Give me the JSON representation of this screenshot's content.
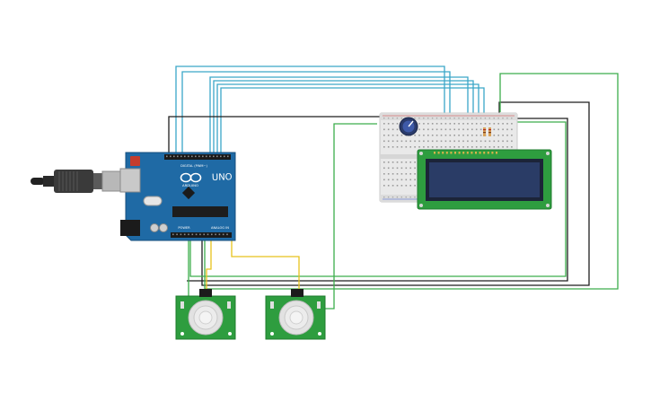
{
  "arduino": {
    "label_uno": "UNO",
    "label_brand": "ARDUINO",
    "label_digital": "DIGITAL (PWM~)",
    "label_power": "POWER",
    "label_analog": "ANALOG IN"
  },
  "colors": {
    "wire_teal": "#3aa6c8",
    "wire_green": "#3cae4c",
    "wire_black": "#1e1e1e",
    "wire_yellow": "#e8c21c",
    "board_blue": "#1f6aa5",
    "pcb_green": "#2e9d3f",
    "lcd_screen": "#1f2d4d"
  },
  "icons": {
    "usb_cable": "usb-cable-icon",
    "potentiometer": "potentiometer-icon",
    "resistor": "resistor-icon",
    "pir_lens": "pir-lens-icon"
  }
}
